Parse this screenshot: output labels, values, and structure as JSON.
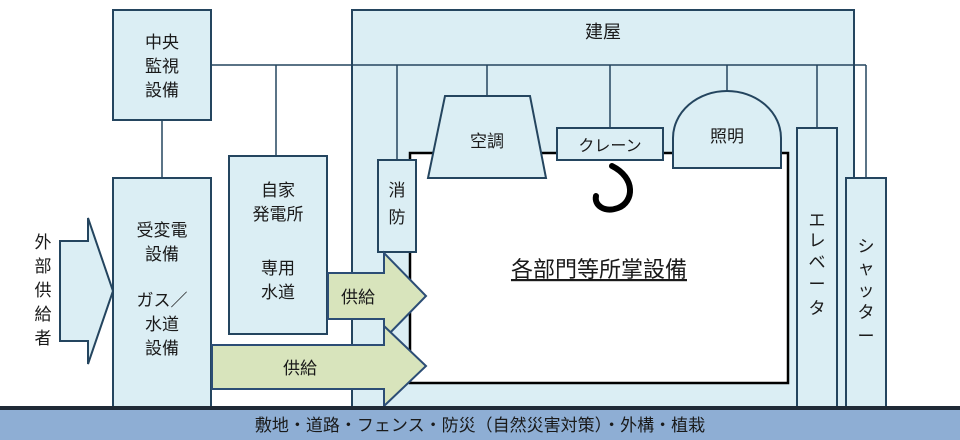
{
  "colors": {
    "box_fill": "#dbeef4",
    "box_stroke": "#24455f",
    "arrow_fill": "#d8e4bc",
    "arrow_stroke": "#2c4d75",
    "ground_fill": "#8eaed4",
    "line": "#24455f"
  },
  "labels": {
    "central_monitoring": [
      "中央",
      "監視",
      "設備"
    ],
    "substation": [
      "受変電",
      "設備"
    ],
    "gas_water": [
      "ガス／",
      "水道",
      "設備"
    ],
    "private_power": [
      "自家",
      "発電所"
    ],
    "private_water": [
      "専用",
      "水道"
    ],
    "external_supplier": [
      "外",
      "部",
      "供",
      "給",
      "者"
    ],
    "building": "建屋",
    "fire_prevention": [
      "消",
      "防"
    ],
    "hvac": "空調",
    "crane": "クレーン",
    "lighting": "照明",
    "elevator": [
      "エ",
      "レ",
      "ベ",
      "ー",
      "タ"
    ],
    "shutter": [
      "シ",
      "ャ",
      "ッ",
      "タ",
      "ー"
    ],
    "department_equipment": "各部門等所掌設備",
    "supply_upper": "供給",
    "supply_lower": "供給",
    "ground": "敷地・道路・フェンス・防災（自然災害対策）・外構・植栽"
  }
}
